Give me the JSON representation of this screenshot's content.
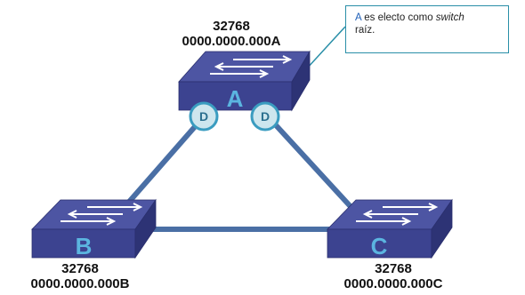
{
  "switches": [
    {
      "id": "A",
      "letter": "A",
      "priority": "32768",
      "mac": "0000.0000.000A"
    },
    {
      "id": "B",
      "letter": "B",
      "priority": "32768",
      "mac": "0000.0000.000B"
    },
    {
      "id": "C",
      "letter": "C",
      "priority": "32768",
      "mac": "0000.0000.000C"
    }
  ],
  "ports": [
    {
      "switch": "A",
      "side": "left",
      "label": "D"
    },
    {
      "switch": "A",
      "side": "right",
      "label": "D"
    }
  ],
  "links": [
    {
      "from": "A",
      "to": "B"
    },
    {
      "from": "A",
      "to": "C"
    },
    {
      "from": "B",
      "to": "C"
    }
  ],
  "callout": {
    "letter": "A",
    "text_before": " es electo como ",
    "italic": "switch",
    "text_after": "raíz."
  },
  "colors": {
    "switch_top": "#4d55a3",
    "switch_front": "#3c4390",
    "switch_side": "#2d3375",
    "switch_letter": "#5bb5e0",
    "link": "#4a6fa5",
    "port_fill": "#cde6ee",
    "port_stroke": "#3a9cc0",
    "port_text": "#2a6f8f",
    "callout_border": "#2a8fa8",
    "callout_accent": "#1f5fb8",
    "arrows": "#ffffff"
  }
}
